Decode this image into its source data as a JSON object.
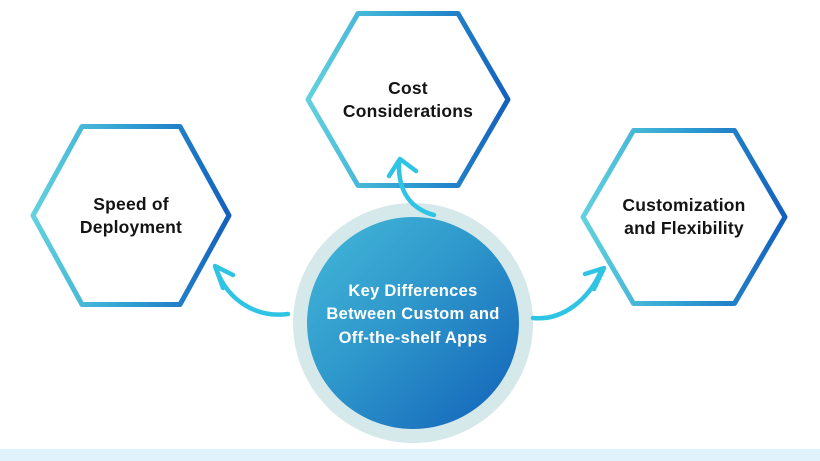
{
  "diagram": {
    "type": "hub-and-spoke",
    "center": {
      "label": "Key Differences Between Custom and Off-the-shelf Apps",
      "label_lines": [
        "Key Differences",
        "Between Custom and",
        "Off-the-shelf Apps"
      ]
    },
    "nodes": [
      {
        "id": "speed-of-deployment",
        "position": "left",
        "label": "Speed of Deployment",
        "label_lines": [
          "Speed of",
          "Deployment"
        ]
      },
      {
        "id": "cost-considerations",
        "position": "top",
        "label": "Cost Considerations",
        "label_lines": [
          "Cost",
          "Considerations"
        ]
      },
      {
        "id": "customization-and-flexibility",
        "position": "right",
        "label": "Customization and Flexibility",
        "label_lines": [
          "Customization",
          "and Flexibility"
        ]
      }
    ],
    "connectors": [
      {
        "icon": "curved-arrow-icon",
        "from": "center",
        "to": "speed-of-deployment"
      },
      {
        "icon": "curved-arrow-icon",
        "from": "center",
        "to": "cost-considerations"
      },
      {
        "icon": "curved-arrow-icon",
        "from": "center",
        "to": "customization-and-flexibility"
      }
    ],
    "colors": {
      "background": "#ffffff",
      "hexagon_border_start": "#62d2de",
      "hexagon_border_end": "#1460bd",
      "circle_ring": "#d5e8ea",
      "circle_fill_start": "#44b9d9",
      "circle_fill_end": "#1261b8",
      "arrow": "#2fc4e4",
      "node_text": "#141414",
      "center_text": "#ffffff",
      "bottom_bar": "#e0f2fb"
    }
  }
}
